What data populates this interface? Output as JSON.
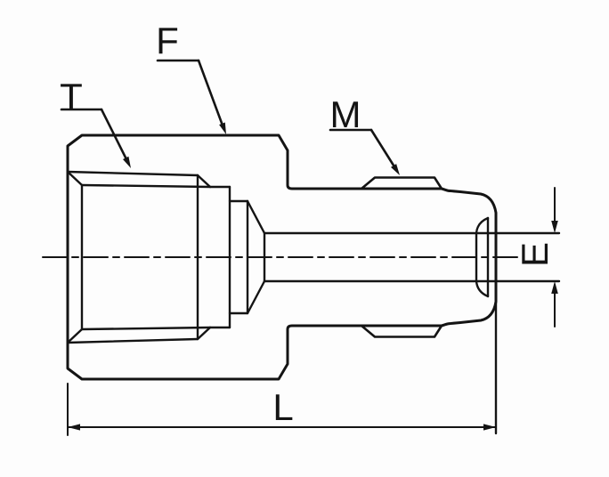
{
  "drawing": {
    "callout_labels": {
      "f": "F",
      "t": "T",
      "m": "M",
      "e": "E",
      "l": "L"
    },
    "colors": {
      "line": "#141414",
      "background": "#fdfdfd"
    }
  }
}
